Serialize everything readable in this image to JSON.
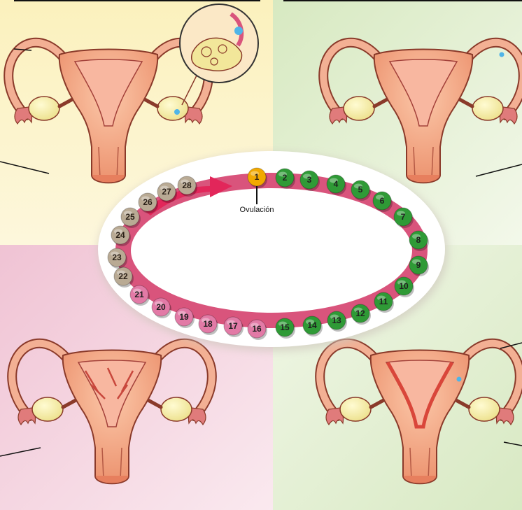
{
  "ovulation_label": "Ovulación",
  "colors": {
    "quadrant_top_left": "#fbf1bd",
    "quadrant_top_right": "#e2efcf",
    "quadrant_bottom_left": "#f3cfdc",
    "quadrant_bottom_right": "#e3efd0",
    "ring": "#d9547c",
    "arrow": "#e2265a",
    "uterus_body": "#f2a583",
    "uterus_outline": "#8a3a2a",
    "ovary": "#f6eea2",
    "egg": "#4fb5e8"
  },
  "days": [
    {
      "label": "1",
      "phase": "ovulation",
      "color": "#f2a900"
    },
    {
      "label": "2",
      "phase": "luteal",
      "color": "#2f9a36"
    },
    {
      "label": "3",
      "phase": "luteal",
      "color": "#2f9a36"
    },
    {
      "label": "4",
      "phase": "luteal",
      "color": "#2f9a36"
    },
    {
      "label": "5",
      "phase": "luteal",
      "color": "#2f9a36"
    },
    {
      "label": "6",
      "phase": "luteal",
      "color": "#2f9a36"
    },
    {
      "label": "7",
      "phase": "luteal",
      "color": "#2f9a36"
    },
    {
      "label": "8",
      "phase": "luteal",
      "color": "#2f9a36"
    },
    {
      "label": "9",
      "phase": "luteal",
      "color": "#2f9a36"
    },
    {
      "label": "10",
      "phase": "luteal",
      "color": "#2f9a36"
    },
    {
      "label": "11",
      "phase": "luteal",
      "color": "#2f9a36"
    },
    {
      "label": "12",
      "phase": "luteal",
      "color": "#2f9a36"
    },
    {
      "label": "13",
      "phase": "luteal",
      "color": "#2f9a36"
    },
    {
      "label": "14",
      "phase": "luteal",
      "color": "#2f9a36"
    },
    {
      "label": "15",
      "phase": "luteal",
      "color": "#2f9a36"
    },
    {
      "label": "16",
      "phase": "menstrual",
      "color": "#e27aa6"
    },
    {
      "label": "17",
      "phase": "menstrual",
      "color": "#e27aa6"
    },
    {
      "label": "18",
      "phase": "menstrual",
      "color": "#e27aa6"
    },
    {
      "label": "19",
      "phase": "menstrual",
      "color": "#e27aa6"
    },
    {
      "label": "20",
      "phase": "menstrual",
      "color": "#e27aa6"
    },
    {
      "label": "21",
      "phase": "menstrual",
      "color": "#e27aa6"
    },
    {
      "label": "22",
      "phase": "follicular",
      "color": "#b9aa94"
    },
    {
      "label": "23",
      "phase": "follicular",
      "color": "#b9aa94"
    },
    {
      "label": "24",
      "phase": "follicular",
      "color": "#b9aa94"
    },
    {
      "label": "25",
      "phase": "follicular",
      "color": "#b9aa94"
    },
    {
      "label": "26",
      "phase": "follicular",
      "color": "#b9aa94"
    },
    {
      "label": "27",
      "phase": "follicular",
      "color": "#b9aa94"
    },
    {
      "label": "28",
      "phase": "follicular",
      "color": "#b9aa94"
    }
  ]
}
